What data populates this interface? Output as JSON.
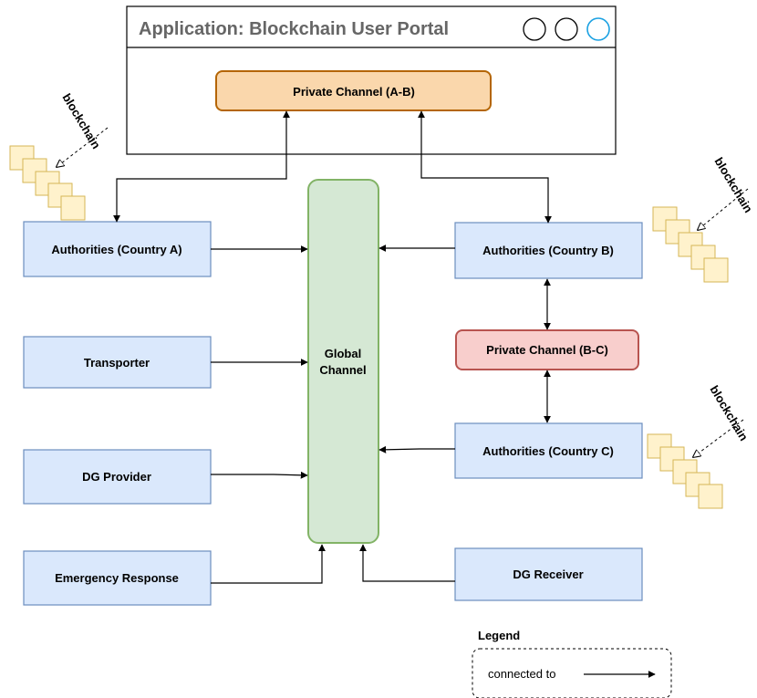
{
  "window": {
    "title": "Application: Blockchain User Portal",
    "controls": [
      "circle-button",
      "circle-button",
      "circle-button-highlighted"
    ]
  },
  "channels": {
    "private_ab": "Private Channel (A-B)",
    "private_bc": "Private Channel (B-C)",
    "global_line1": "Global",
    "global_line2": "Channel"
  },
  "nodes": {
    "authorities_a": "Authorities (Country A)",
    "authorities_b": "Authorities (Country B)",
    "authorities_c": "Authorities (Country C)",
    "transporter": "Transporter",
    "dg_provider": "DG Provider",
    "emergency_response": "Emergency Response",
    "dg_receiver": "DG Receiver"
  },
  "blockchain_label": "blockchain",
  "legend": {
    "title": "Legend",
    "entry": "connected to"
  },
  "colors": {
    "node_fill": "#dae8fc",
    "node_stroke": "#6c8ebf",
    "global_fill": "#d5e8d4",
    "global_stroke": "#82b366",
    "private_ab_fill": "#fad7ac",
    "private_ab_stroke": "#b46504",
    "private_bc_fill": "#f8cecc",
    "private_bc_stroke": "#b85450",
    "block_fill": "#fff2cc",
    "block_stroke": "#d6b656",
    "window_control_highlight": "#1ba1e2"
  }
}
